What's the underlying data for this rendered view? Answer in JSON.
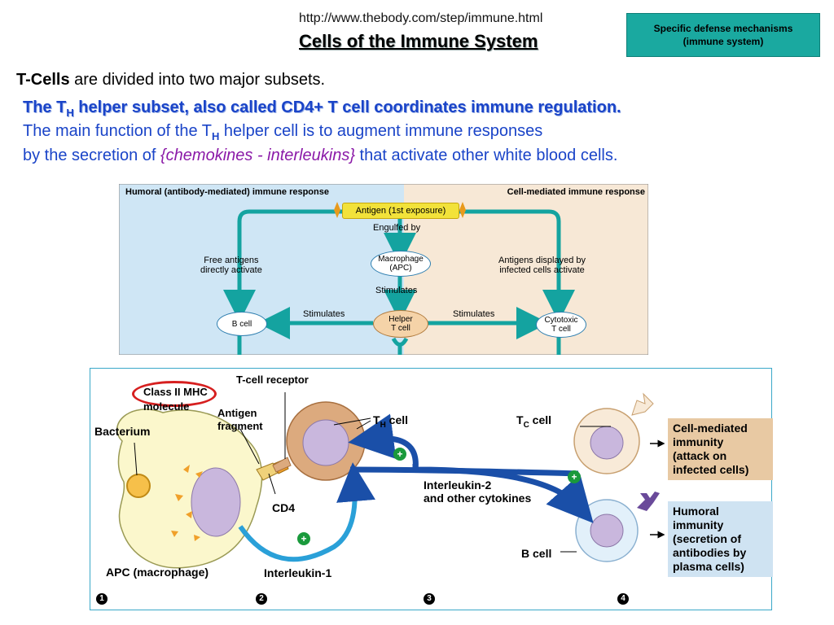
{
  "header": {
    "url": "http://www.thebody.com/step/immune.html",
    "title": "Cells of the Immune System",
    "badge_line1": "Specific defense mechanisms",
    "badge_line2": "(immune system)"
  },
  "text": {
    "line1_bold": "T-Cells",
    "line1_rest": " are divided into two major subsets.",
    "line2_a": "The T",
    "line2_sub": "H",
    "line2_b": " helper subset, also called CD4+ T cell coordinates immune regulation.",
    "line3_a": "The main function of the T",
    "line3_sub": "H",
    "line3_b": "  helper cell is to augment immune responses",
    "line4_a": "by the secretion of ",
    "line4_em": "{chemokines - interleukins}",
    "line4_b": " that activate other white blood cells."
  },
  "top_diagram": {
    "humoral_header": "Humoral (antibody-mediated) immune response",
    "cell_header": "Cell-mediated immune response",
    "antigen": "Antigen (1st exposure)",
    "engulfed": "Engulfed by",
    "free_antigens_1": "Free antigens",
    "free_antigens_2": "directly activate",
    "displayed_1": "Antigens displayed by",
    "displayed_2": "infected cells activate",
    "macrophage_1": "Macrophage",
    "macrophage_2": "(APC)",
    "stimulates_center": "Stimulates",
    "stimulates_left": "Stimulates",
    "stimulates_right": "Stimulates",
    "b_cell": "B cell",
    "helper_1": "Helper",
    "helper_2": "T cell",
    "cytotoxic_1": "Cytotoxic",
    "cytotoxic_2": "T cell",
    "colors": {
      "humoral_bg": "#cfe6f5",
      "cell_bg": "#f7e8d6",
      "arrow": "#14a3a0"
    }
  },
  "bottom_diagram": {
    "class_mhc_1": "Class II MHC",
    "class_mhc_2": "molecule",
    "tcr": "T-cell receptor",
    "antigen_1": "Antigen",
    "antigen_2": "fragment",
    "bacterium": "Bacterium",
    "th_a": "T",
    "th_sub": "H",
    "th_b": " cell",
    "tc_a": "T",
    "tc_sub": "C",
    "tc_b": " cell",
    "cd4": "CD4",
    "apc": "APC (macrophage)",
    "il1": "Interleukin-1",
    "il2_1": "Interleukin-2",
    "il2_2": "and other cytokines",
    "b_cell": "B cell",
    "cell_mediated": [
      "Cell-mediated",
      "immunity",
      "(attack on",
      "infected cells)"
    ],
    "humoral": [
      "Humoral",
      "immunity",
      "(secretion of",
      "antibodies by",
      "plasma cells)"
    ],
    "steps": [
      "1",
      "2",
      "3",
      "4"
    ],
    "colors": {
      "arrow": "#1a4fa8",
      "plus": "#1a9a3c",
      "cell_mediated_bg": "#e8c9a3",
      "humoral_bg": "#cfe3f2"
    }
  }
}
